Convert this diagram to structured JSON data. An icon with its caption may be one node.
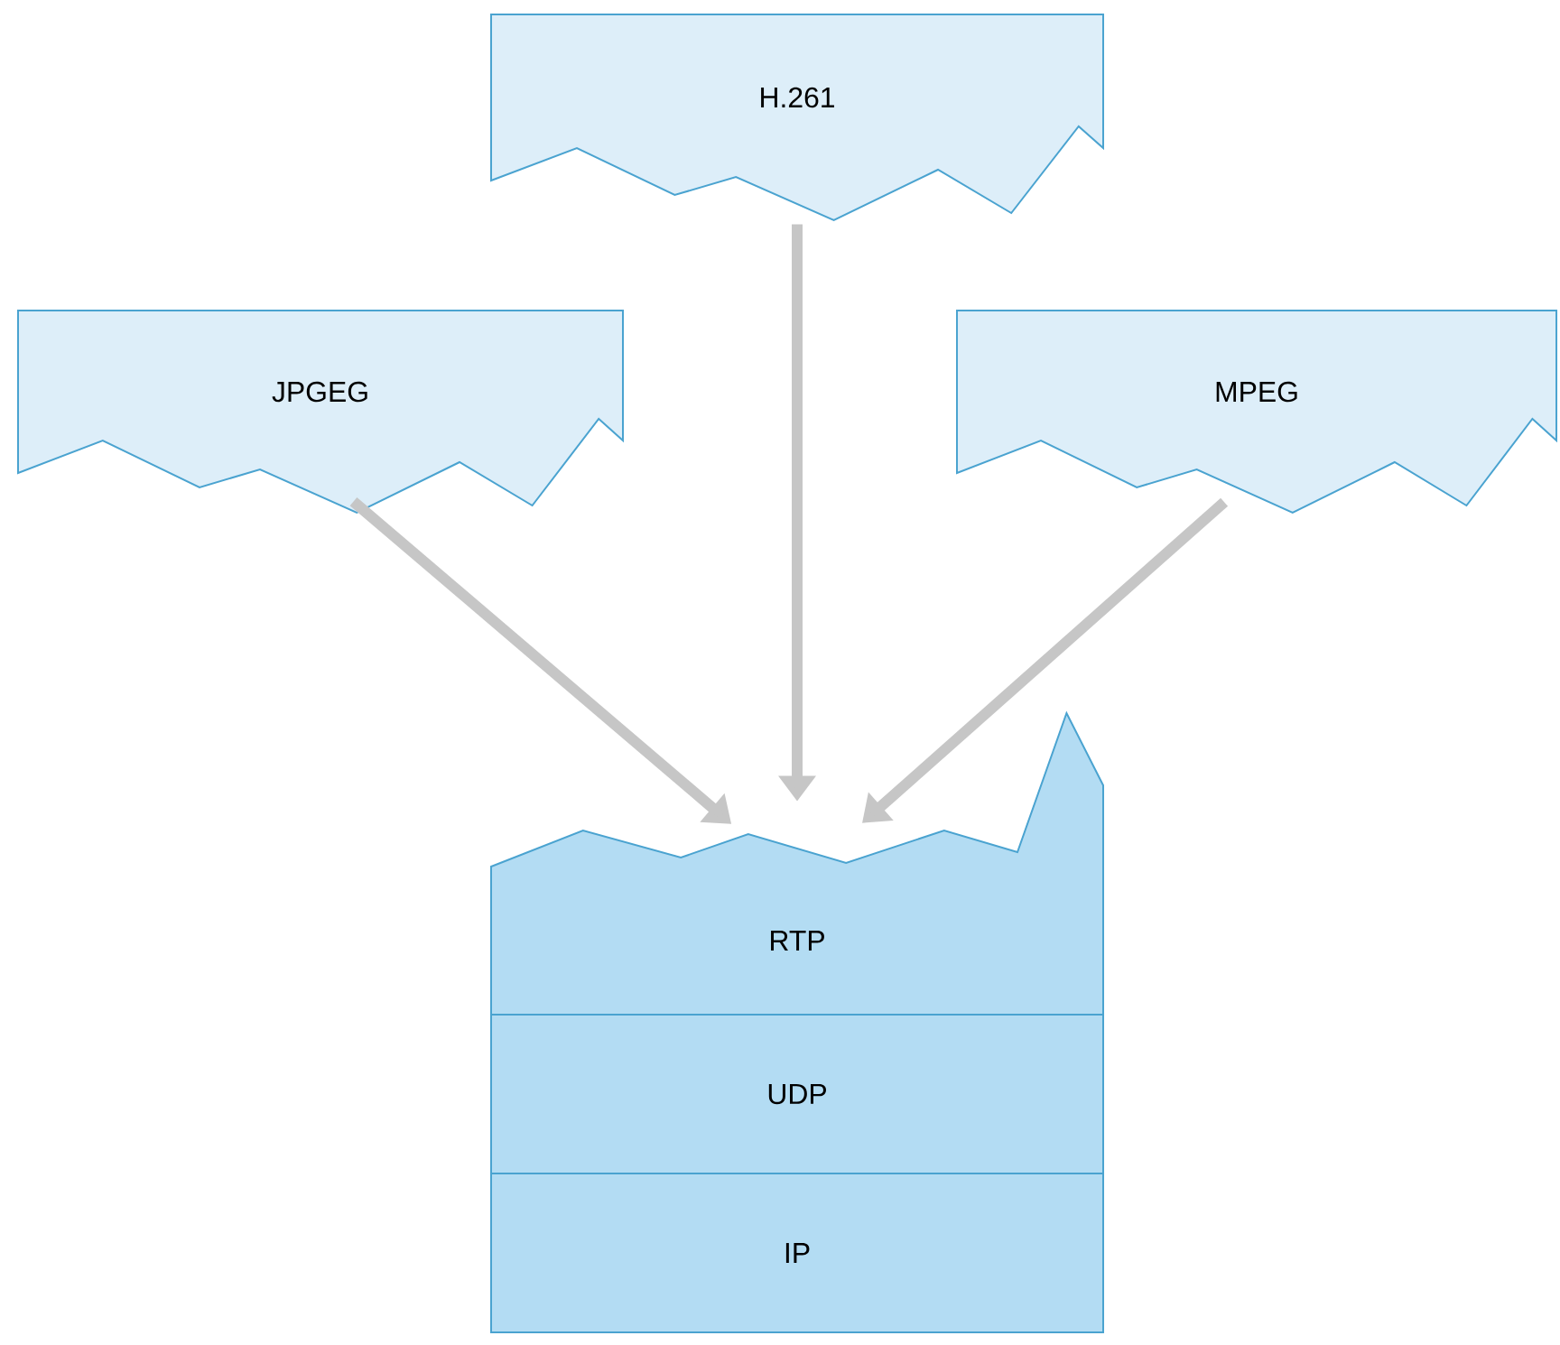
{
  "diagram": {
    "nodes": [
      {
        "text": [
          "H.261"
        ]
      },
      {
        "text": [
          "JPGEG"
        ]
      },
      {
        "text": [
          "MPEG"
        ]
      },
      {
        "text": [
          "RTP"
        ]
      },
      {
        "text": [
          "UDP"
        ]
      },
      {
        "text": [
          "IP"
        ]
      }
    ],
    "edges": [
      {
        "from": 1,
        "to": 3,
        "arrow": "to"
      },
      {
        "from": 0,
        "to": 3,
        "arrow": "to"
      },
      {
        "from": 2,
        "to": 3,
        "arrow": "to"
      }
    ]
  }
}
